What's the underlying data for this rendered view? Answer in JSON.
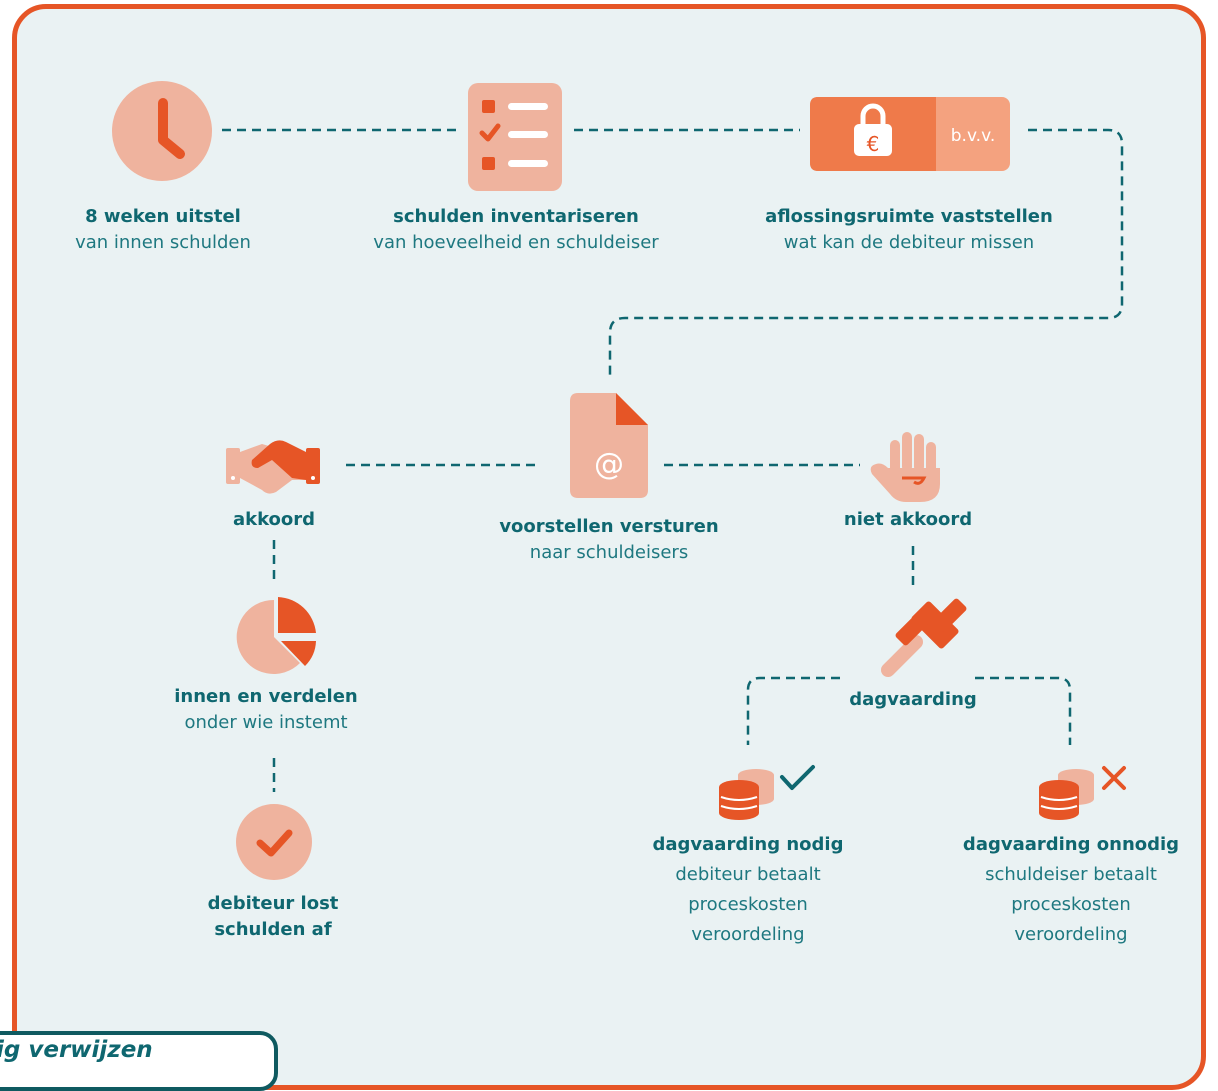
{
  "colors": {
    "teal": "#0f6770",
    "orange": "#e65526",
    "peach": "#efb39e",
    "background": "#eaf2f3"
  },
  "steps": {
    "delay": {
      "title": "8 weken uitstel",
      "subtitle": "van innen schulden",
      "icon": "clock-icon"
    },
    "inventory": {
      "title": "schulden inventariseren",
      "subtitle": "van hoeveelheid en schuldeiser",
      "icon": "checklist-icon"
    },
    "capacity": {
      "title": "aflossingsruimte vaststellen",
      "subtitle": "wat kan de debiteur missen",
      "icon": "wallet-lock-icon",
      "badge": "b.v.v."
    },
    "proposals": {
      "title": "voorstellen versturen",
      "subtitle": "naar schuldeisers",
      "icon": "email-document-icon",
      "symbol": "@"
    },
    "agree": {
      "title": "akkoord",
      "icon": "handshake-icon"
    },
    "disagree": {
      "title": "niet akkoord",
      "icon": "stop-hand-icon"
    },
    "collect": {
      "title": "innen en verdelen",
      "subtitle": "onder wie instemt",
      "icon": "pie-chart-icon"
    },
    "payoff": {
      "title": "debiteur lost",
      "title2": "schulden af",
      "icon": "check-circle-icon"
    },
    "summons": {
      "title": "dagvaarding",
      "icon": "gavel-icon"
    },
    "needed": {
      "title": "dagvaarding nodig",
      "line1": "debiteur betaalt",
      "line2": "proceskosten",
      "line3": "veroordeling",
      "icon": "coins-check-icon"
    },
    "unneeded": {
      "title": "dagvaarding onnodig",
      "line1": "schuldeiser betaalt",
      "line2": "proceskosten",
      "line3": "veroordeling",
      "icon": "coins-cross-icon"
    }
  },
  "footer": {
    "tab_text": "ig verwijzen"
  }
}
